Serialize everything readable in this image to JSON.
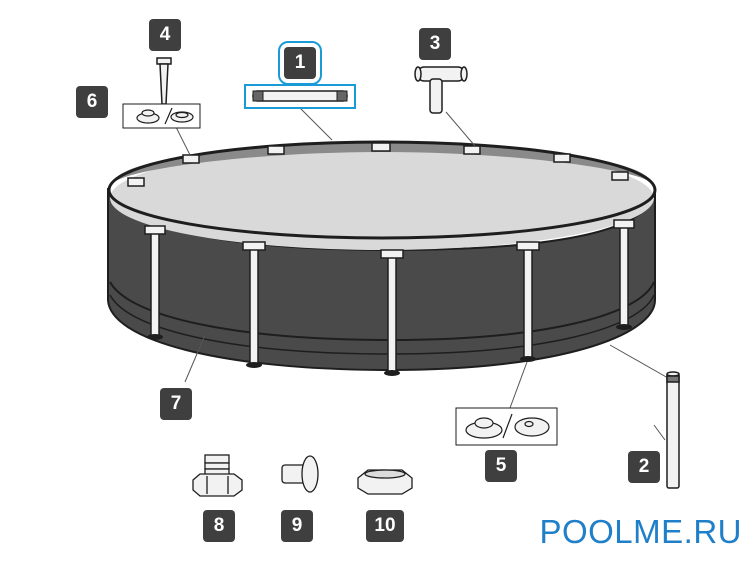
{
  "colors": {
    "accent": "#1a9bd7",
    "badge": "#3f3f3f",
    "wall": "#4a4a4a",
    "floor": "#d9d9d9",
    "watermark": "#1f7fc9"
  },
  "labels": [
    {
      "id": "part-1",
      "text": "1",
      "highlighted": true
    },
    {
      "id": "part-2",
      "text": "2"
    },
    {
      "id": "part-3",
      "text": "3"
    },
    {
      "id": "part-4",
      "text": "4"
    },
    {
      "id": "part-5",
      "text": "5"
    },
    {
      "id": "part-6",
      "text": "6"
    },
    {
      "id": "part-7",
      "text": "7"
    },
    {
      "id": "part-8",
      "text": "8"
    },
    {
      "id": "part-9",
      "text": "9"
    },
    {
      "id": "part-10",
      "text": "10"
    }
  ],
  "watermark": "POOLME.RU"
}
